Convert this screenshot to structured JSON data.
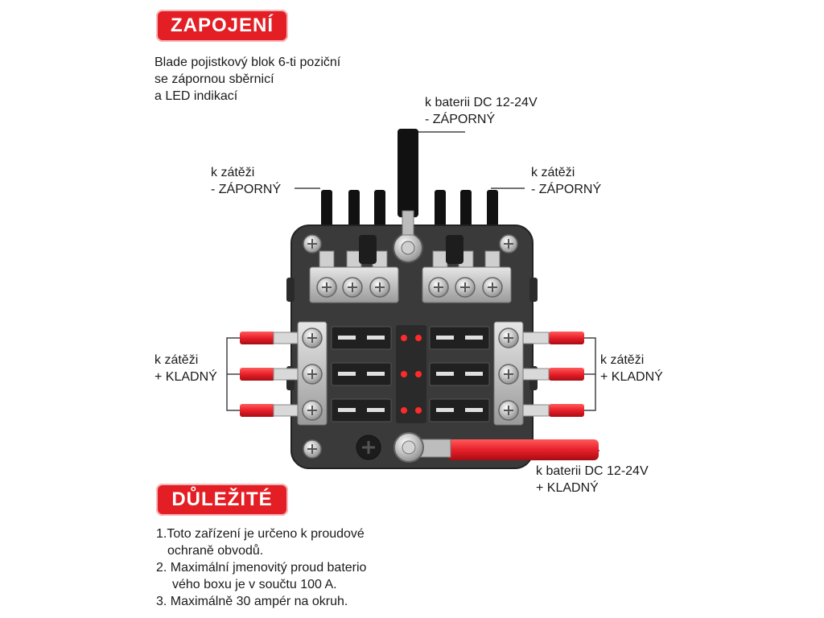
{
  "badges": {
    "wiring": "ZAPOJENÍ",
    "important": "DŮLEŽITÉ"
  },
  "description": {
    "line1": "Blade pojistkový blok 6-ti poziční",
    "line2": "se zápornou sběrnicí",
    "line3": "a LED indikací"
  },
  "labels": {
    "battery_neg_1": "k baterii DC 12-24V",
    "battery_neg_2": "- ZÁPORNÝ",
    "load_neg_left_1": "k zátěži",
    "load_neg_left_2": "- ZÁPORNÝ",
    "load_neg_right_1": "k zátěži",
    "load_neg_right_2": "- ZÁPORNÝ",
    "load_pos_left_1": "k zátěži",
    "load_pos_left_2": "+ KLADNÝ",
    "load_pos_right_1": "k zátěži",
    "load_pos_right_2": "+ KLADNÝ",
    "battery_pos_1": "k baterii DC 12-24V",
    "battery_pos_2": "+ KLADNÝ"
  },
  "notes": {
    "n1a": "1.Toto zařízení je určeno k proudové",
    "n1b": "ochraně obvodů.",
    "n2a": "2. Maximální jmenovitý proud baterio",
    "n2b": "vého boxu je v součtu 100 A.",
    "n3": "3. Maximálně 30 ampér na okruh."
  },
  "colors": {
    "accent_red": "#e31e24",
    "wire_red": "#e8202a",
    "housing": "#3a3a3a",
    "led": "#ff2a2a"
  }
}
